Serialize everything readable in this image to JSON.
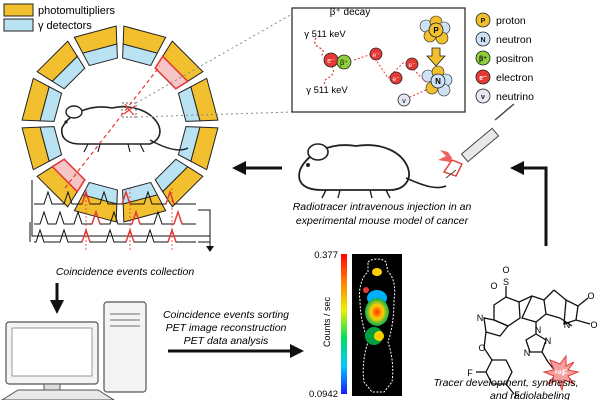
{
  "legend_top": {
    "photomultipliers": "photomultipliers",
    "detectors": "γ detectors",
    "colors": {
      "photomultiplier": "#f2c02e",
      "detector": "#b9e2f2"
    }
  },
  "decay_box": {
    "title": "β⁺ decay",
    "gamma_upper": "γ 511 keV",
    "gamma_lower": "γ 511 keV",
    "particle_symbols": {
      "positron": "β⁺",
      "electron": "e⁻",
      "neutrino": "ν",
      "proton": "P",
      "neutron": "N"
    }
  },
  "particle_legend": [
    {
      "symbol": "P",
      "label": "proton",
      "color": "#f2c02e"
    },
    {
      "symbol": "N",
      "label": "neutron",
      "color": "#cde3f5"
    },
    {
      "symbol": "β⁺",
      "label": "positron",
      "color": "#8fce3c"
    },
    {
      "symbol": "e⁻",
      "label": "electron",
      "color": "#e53935"
    },
    {
      "symbol": "ν",
      "label": "neutrino",
      "color": "#e6e6f5"
    }
  ],
  "captions": {
    "injection_line1": "Radiotracer intravenous injection in an",
    "injection_line2": "experimental mouse model of cancer",
    "coincidence": "Coincidence events collection",
    "analysis_line1": "Coincidence events sorting",
    "analysis_line2": "PET image reconstruction",
    "analysis_line3": "PET data analysis",
    "tracer_line1": "Tracer development, synthesis,",
    "tracer_line2": "and radiolabeling"
  },
  "colorbar": {
    "max": "0.377",
    "min": "0.0942",
    "label": "Counts / sec"
  },
  "molecule": {
    "atoms": [
      "S",
      "O",
      "O",
      "O",
      "O",
      "N",
      "N",
      "N",
      "N",
      "N",
      "O",
      "F",
      "F",
      "¹⁸F"
    ]
  }
}
